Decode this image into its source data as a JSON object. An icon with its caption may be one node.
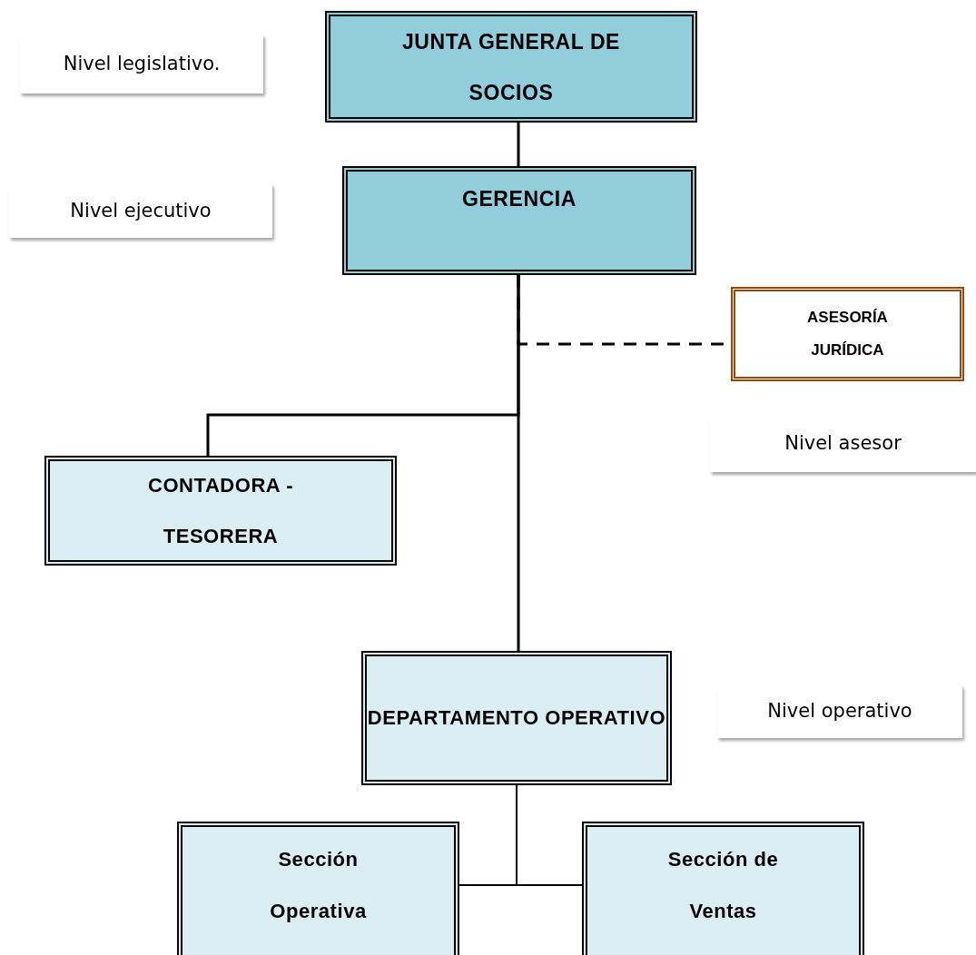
{
  "diagram": {
    "nodes": [
      {
        "text": [
          "JUNTA GENERAL DE SOCIOS"
        ]
      },
      {
        "text": [
          "Nivel legislativo."
        ]
      },
      {
        "text": [
          "Nivel ejecutivo"
        ]
      },
      {
        "text": [
          "GERENCIA"
        ]
      },
      {
        "text": [
          "ASESORÍA JURÍDICA"
        ]
      },
      {
        "text": [
          "Nivel asesor"
        ]
      },
      {
        "text": [
          "CONTADORA - TESORERA"
        ]
      },
      {
        "text": [
          "DEPARTAMENTO OPERATIVO"
        ]
      },
      {
        "text": [
          "Nivel operativo"
        ]
      },
      {
        "text": [
          "Sección Operativa"
        ]
      },
      {
        "text": [
          "Sección de Ventas"
        ]
      }
    ],
    "edges": [
      {
        "from": 0,
        "to": 3,
        "arrow": "none"
      },
      {
        "from": 3,
        "to": 7,
        "arrow": "none"
      },
      {
        "from": 3,
        "to": 4,
        "arrow": "none",
        "style": "dashed"
      },
      {
        "from": 3,
        "to": 6,
        "arrow": "none"
      },
      {
        "from": 7,
        "to": 9,
        "arrow": "none"
      },
      {
        "from": 7,
        "to": 10,
        "arrow": "none"
      }
    ]
  }
}
